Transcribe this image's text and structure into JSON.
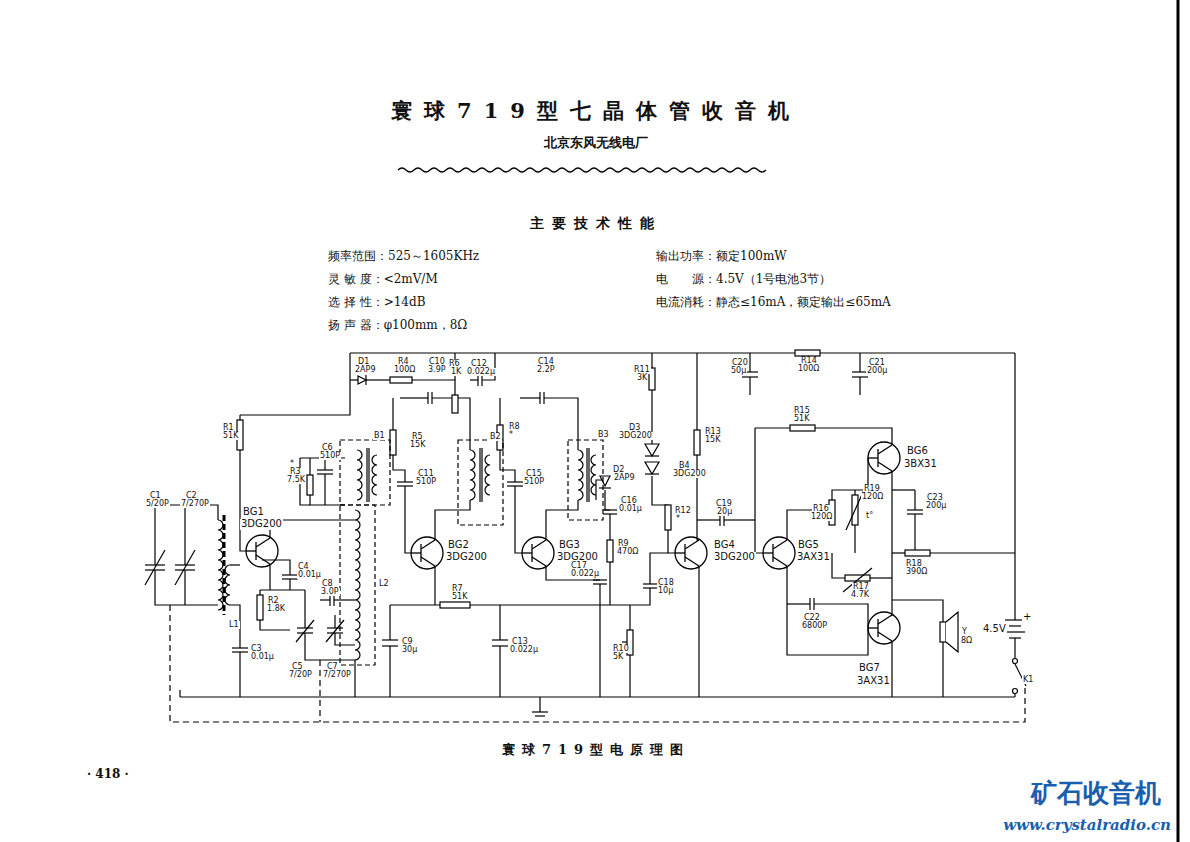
{
  "diagram": {
    "title": "寰球719型七晶体管收音机",
    "caption": "寰球719型电原理图",
    "labels": [
      "北京东风无线电厂",
      "主要技术性能",
      "频率范围：525～1605KHz",
      "灵 敏 度：<2mV/M",
      "选 择 性：>14dB",
      "扬 声 器：φ100mm，8Ω",
      "输出功率：额定100mW",
      "电　　源：4.5V（1号电池3节）",
      "电流消耗：静态≤16mA，额定输出≤65mA",
      "D1",
      "2AP9",
      "R4",
      "100Ω",
      "C10",
      "3.9P",
      "R6",
      "1K",
      "C12",
      "0.022μ",
      "C14",
      "2.2P",
      "R11",
      "3K",
      "C20",
      "50μ",
      "R14",
      "100Ω",
      "C21",
      "200μ",
      "R1",
      "51K",
      "C6",
      "510P",
      "B1",
      "R5",
      "15K",
      "B2",
      "R8",
      "*",
      "B3",
      "D3",
      "3DG200",
      "R13",
      "15K",
      "R15",
      "51K",
      "BG6",
      "3BX31",
      "*",
      "R3",
      "7.5K",
      "C11",
      "510P",
      "C15",
      "510P",
      "D2",
      "2AP9",
      "C16",
      "0.01μ",
      "B4",
      "3DG200",
      "C1",
      "5/20P",
      "C2",
      "7/270P",
      "BG1",
      "3DG200",
      "C4",
      "0.01μ",
      "C8",
      "3.0P",
      "L2",
      "R2",
      "1.8K",
      "BG2",
      "3DG200",
      "BG3",
      "3DG200",
      "R9",
      "470Ω",
      "C17",
      "0.022μ",
      "R12",
      "*",
      "C19",
      "20μ",
      "BG4",
      "3DG200",
      "BG5",
      "3AX31",
      "R16",
      "120Ω",
      "R19",
      "120Ω",
      "t°",
      "C23",
      "200μ",
      "R18",
      "390Ω",
      "R17",
      "4.7K",
      "C22",
      "6800P",
      "R7",
      "51K",
      "C18",
      "10μ",
      "L1",
      "C3",
      "0.01μ",
      "C9",
      "30μ",
      "C13",
      "0.022μ",
      "R10",
      "5K",
      "C5",
      "7/20P",
      "C7",
      "7/270P",
      "BG7",
      "3AX31",
      "Y",
      "8Ω",
      "+",
      "4.5V",
      "K1",
      "· 418 ·",
      "矿石收音机",
      "www.crystalradio.cn"
    ]
  }
}
